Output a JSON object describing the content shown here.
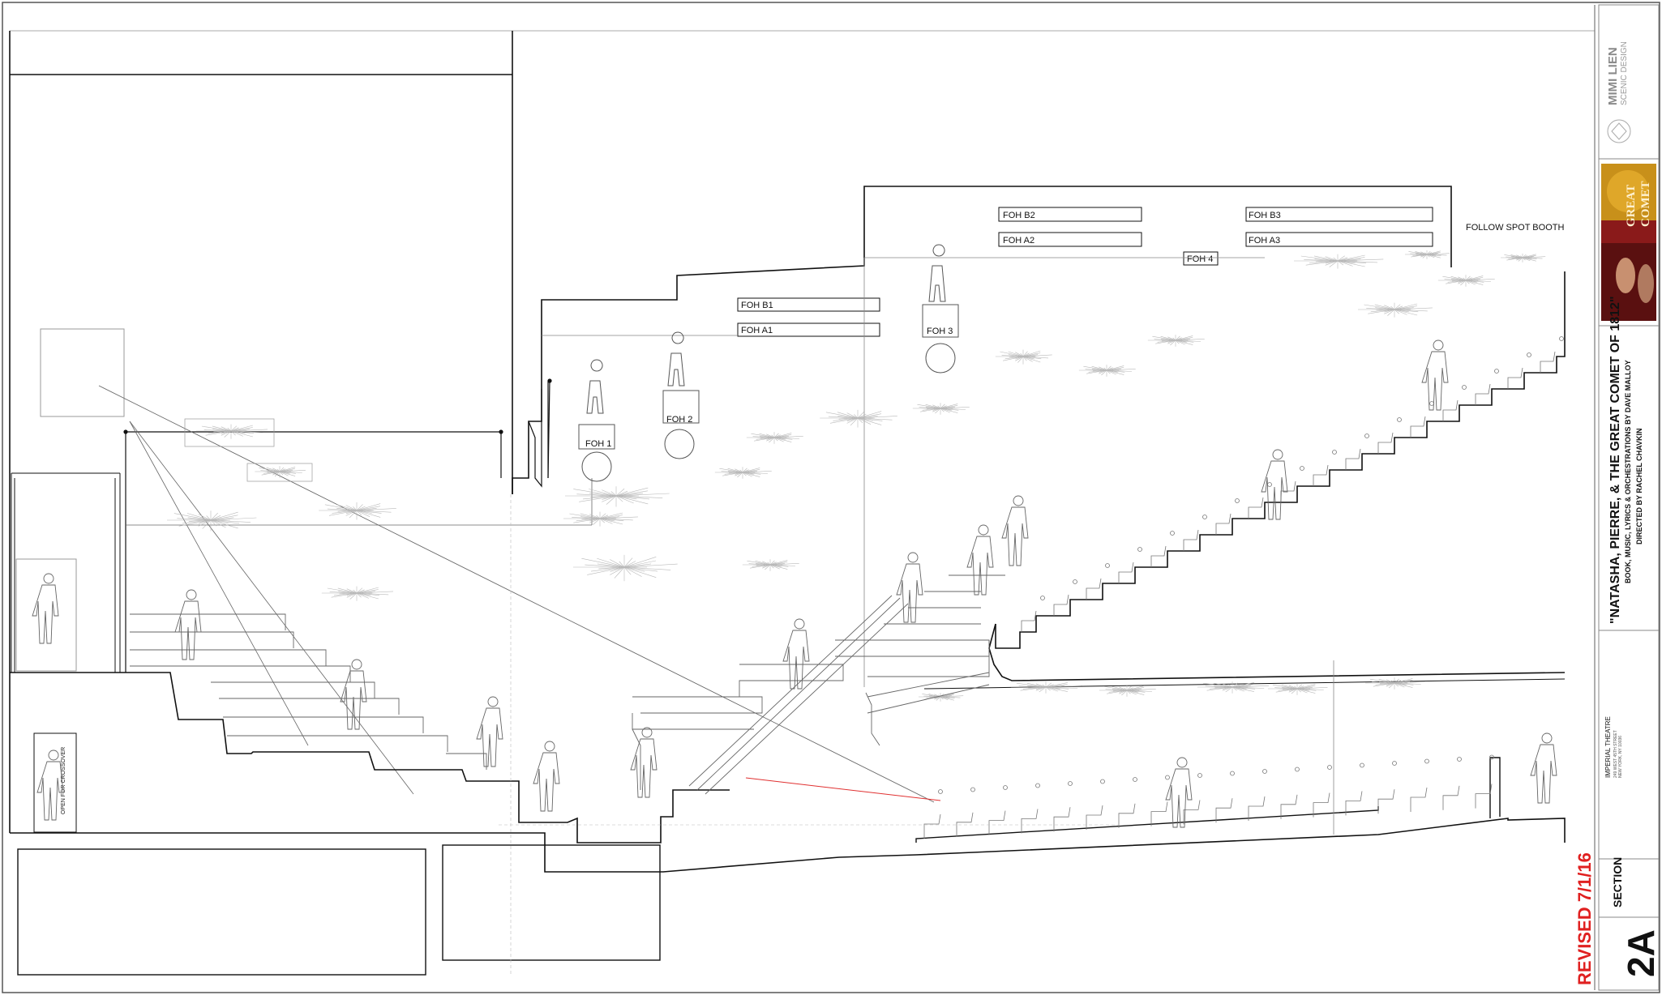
{
  "drawing": {
    "sheet_number": "2A",
    "sheet_title": "SECTION",
    "revision": "REVISED 7/1/16"
  },
  "designer": {
    "name": "MIMI LIEN",
    "role": "SCENIC DESIGN"
  },
  "poster": {
    "line1": "GREAT",
    "line2": "COMET"
  },
  "production": {
    "title": "\"NATASHA, PIERRE, & THE GREAT COMET OF 1812\"",
    "credits": "BOOK, MUSIC, LYRICS & ORCHESTRATIONS BY DAVE MALLOY",
    "director": "DIRECTED BY RACHEL CHAVKIN"
  },
  "venue": {
    "name": "IMPERIAL THEATRE",
    "address": "249 WEST 45TH STREET",
    "city": "NEW YORK, NY 10036"
  },
  "lighting_positions": {
    "foh_a1": "FOH A1",
    "foh_b1": "FOH B1",
    "foh_a2": "FOH A2",
    "foh_b2": "FOH B2",
    "foh_a3": "FOH A3",
    "foh_b3": "FOH B3",
    "foh_1": "FOH 1",
    "foh_2": "FOH 2",
    "foh_3": "FOH 3",
    "foh_4": "FOH 4",
    "follow_spot_booth": "FOLLOW SPOT BOOTH"
  },
  "notes": {
    "crossover": "OPEN FOR CROSSOVER"
  },
  "colors": {
    "line": "#111111",
    "light_line": "#9a9a9a",
    "chandelier": "#b8b8b8",
    "revision_red": "#e02020",
    "sightline_red": "#e03030"
  }
}
